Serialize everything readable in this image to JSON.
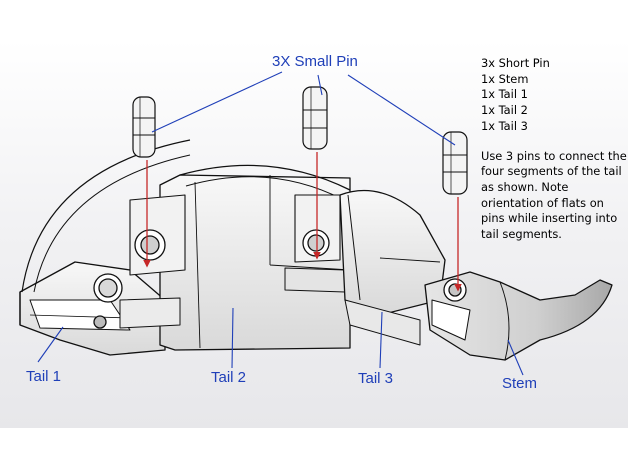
{
  "labels": {
    "pins": "3X Small Pin",
    "tail1": "Tail 1",
    "tail2": "Tail 2",
    "tail3": "Tail 3",
    "stem": "Stem"
  },
  "parts_list": [
    "3x Short Pin",
    "1x Stem",
    "1x Tail 1",
    "1x Tail 2",
    "1x Tail 3"
  ],
  "instructions": "Use 3 pins to connect the four segments of the tail as shown. Note orientation of flats on pins while inserting into tail segments.",
  "colors": {
    "callout": "#1f3fb8",
    "arrow": "#c62828",
    "background_band": "#ececee"
  }
}
